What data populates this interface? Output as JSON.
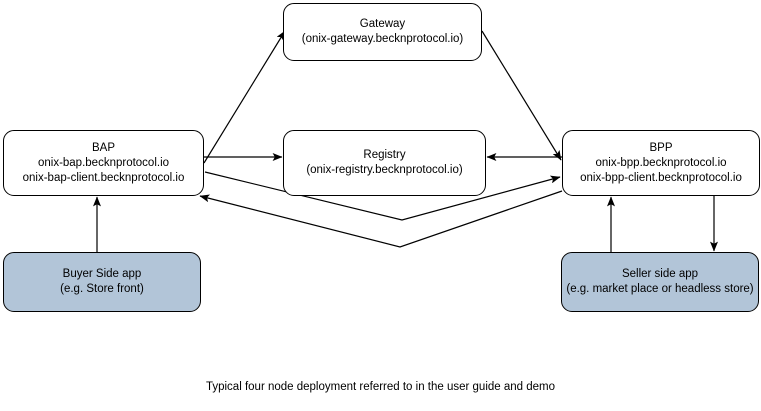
{
  "diagram": {
    "caption": "Typical four node deployment referred to in the user guide and demo",
    "nodes": {
      "gateway": {
        "title": "Gateway",
        "host": "(onix-gateway.becknprotocol.io)",
        "fill": "#ffffff"
      },
      "bap": {
        "title": "BAP",
        "host1": "onix-bap.becknprotocol.io",
        "host2": "onix-bap-client.becknprotocol.io",
        "fill": "#ffffff"
      },
      "registry": {
        "title": "Registry",
        "host": "(onix-registry.becknprotocol.io)",
        "fill": "#ffffff"
      },
      "bpp": {
        "title": "BPP",
        "host1": "onix-bpp.becknprotocol.io",
        "host2": "onix-bpp-client.becknprotocol.io",
        "fill": "#ffffff"
      },
      "buyer_app": {
        "title": "Buyer Side app",
        "subtitle": "(e.g. Store front)",
        "fill": "#b2c5d8"
      },
      "seller_app": {
        "title": "Seller side app",
        "subtitle": "(e.g. market place or headless store)",
        "fill": "#b2c5d8"
      }
    },
    "edges": [
      {
        "name": "bap-to-gateway",
        "from": "bap",
        "to": "gateway",
        "style": "diagonal-arrow"
      },
      {
        "name": "gateway-to-bpp",
        "from": "gateway",
        "to": "bpp",
        "style": "diagonal-arrow"
      },
      {
        "name": "bap-to-registry",
        "from": "bap",
        "to": "registry",
        "style": "straight-arrow"
      },
      {
        "name": "bpp-to-registry",
        "from": "bpp",
        "to": "registry",
        "style": "straight-arrow"
      },
      {
        "name": "bap-to-bpp",
        "from": "bap",
        "to": "bpp",
        "style": "v-polyline-arrow"
      },
      {
        "name": "bpp-to-bap",
        "from": "bpp",
        "to": "bap",
        "style": "v-polyline-arrow"
      },
      {
        "name": "buyer-app-to-bap",
        "from": "buyer_app",
        "to": "bap",
        "style": "vertical-arrow"
      },
      {
        "name": "seller-app-to-bpp",
        "from": "seller_app",
        "to": "bpp",
        "style": "vertical-arrow"
      },
      {
        "name": "bpp-to-seller-app",
        "from": "bpp",
        "to": "seller_app",
        "style": "vertical-arrow"
      }
    ],
    "colors": {
      "stroke": "#000000",
      "node_fill": "#ffffff",
      "app_fill": "#b2c5d8",
      "background": "#ffffff"
    }
  }
}
